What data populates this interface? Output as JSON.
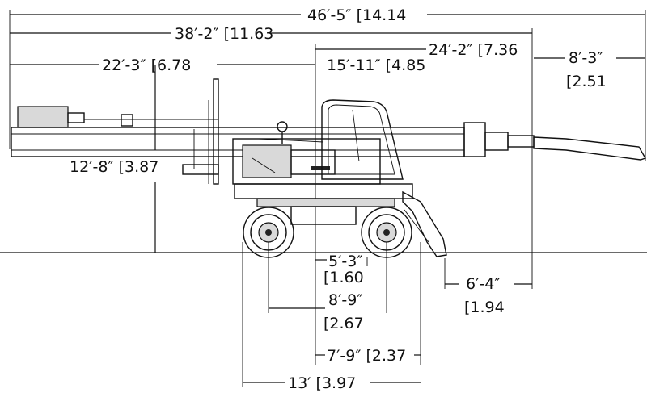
{
  "dimensions": {
    "overall_length": "46′-5″ [14.14",
    "length_38": "38′-2″ [11.63",
    "length_24": "24′-2″ [7.36",
    "tail_8_3_ft": "8′-3″",
    "tail_8_3_m": "[2.51",
    "length_22": "22′-3″ [6.78",
    "length_15": "15′-11″ [4.85",
    "height_12": "12′-8″ [3.87",
    "wheel_5_3_ft": "5′-3″",
    "wheel_5_3_m": "[1.60",
    "wheelbase_ft": "8′-9″",
    "wheelbase_m": "[2.67",
    "front_6_4_ft": "6′-4″",
    "front_6_4_m": "[1.94",
    "span_7_9": "7′-9″ [2.37",
    "span_13": "13′ [3.97"
  }
}
